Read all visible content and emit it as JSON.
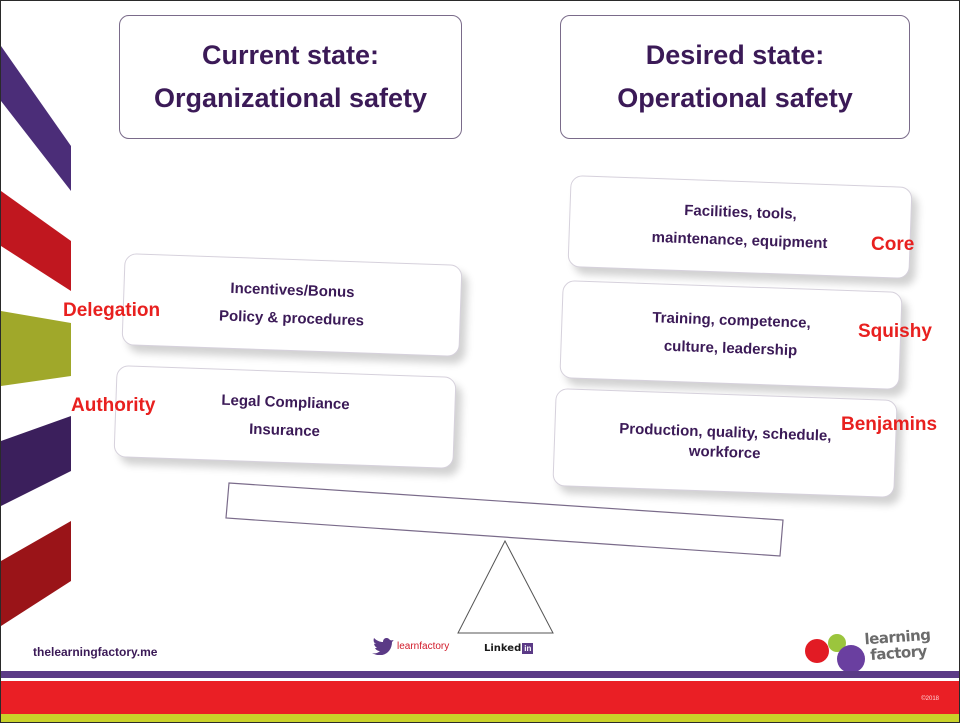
{
  "current_state": {
    "line1": "Current state:",
    "line2": "Organizational safety"
  },
  "desired_state": {
    "line1": "Desired state:",
    "line2": "Operational safety"
  },
  "left_boxes": [
    {
      "line1": "Incentives/Bonus",
      "line2": "Policy & procedures",
      "label": "Delegation"
    },
    {
      "line1": "Legal Compliance",
      "line2": "Insurance",
      "label": "Authority"
    }
  ],
  "right_boxes": [
    {
      "line1": "Facilities, tools,",
      "line2": "maintenance, equipment",
      "label": "Core"
    },
    {
      "line1": "Training, competence,",
      "line2": "culture, leadership",
      "label": "Squishy"
    },
    {
      "line1": "Production, quality, schedule,",
      "line2": "workforce",
      "label": "Benjamins"
    }
  ],
  "footer": {
    "website": "thelearningfactory.me",
    "twitter_handle": "learnfactory",
    "linkedin_text": "Linked",
    "linkedin_in": "in",
    "logo_line1": "learning",
    "logo_line2": "factory",
    "copyright": "©2018"
  },
  "colors": {
    "text_purple": "#3b1a57",
    "label_red": "#e8201f",
    "band_purple": "#5b3a86",
    "band_red": "#ea1f25",
    "band_yellow": "#c9d22a"
  }
}
